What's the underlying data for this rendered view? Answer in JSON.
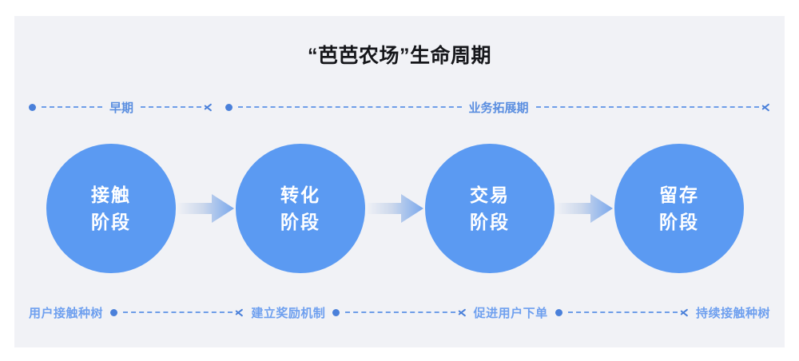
{
  "page": {
    "title": "“芭芭农场”生命周期",
    "background_color": "#f1f2f6",
    "accent_color": "#5b9af2",
    "label_color": "#6fa0ef"
  },
  "phases": [
    {
      "label": "早期",
      "name": "phase-early"
    },
    {
      "label": "业务拓展期",
      "name": "phase-expansion"
    }
  ],
  "stages": [
    {
      "line1": "接触",
      "line2": "阶段"
    },
    {
      "line1": "转化",
      "line2": "阶段"
    },
    {
      "line1": "交易",
      "line2": "阶段"
    },
    {
      "line1": "留存",
      "line2": "阶段"
    }
  ],
  "captions": [
    {
      "text": "用户接触种树"
    },
    {
      "text": "建立奖励机制"
    },
    {
      "text": "促进用户下单"
    },
    {
      "text": "持续接触种树"
    }
  ]
}
